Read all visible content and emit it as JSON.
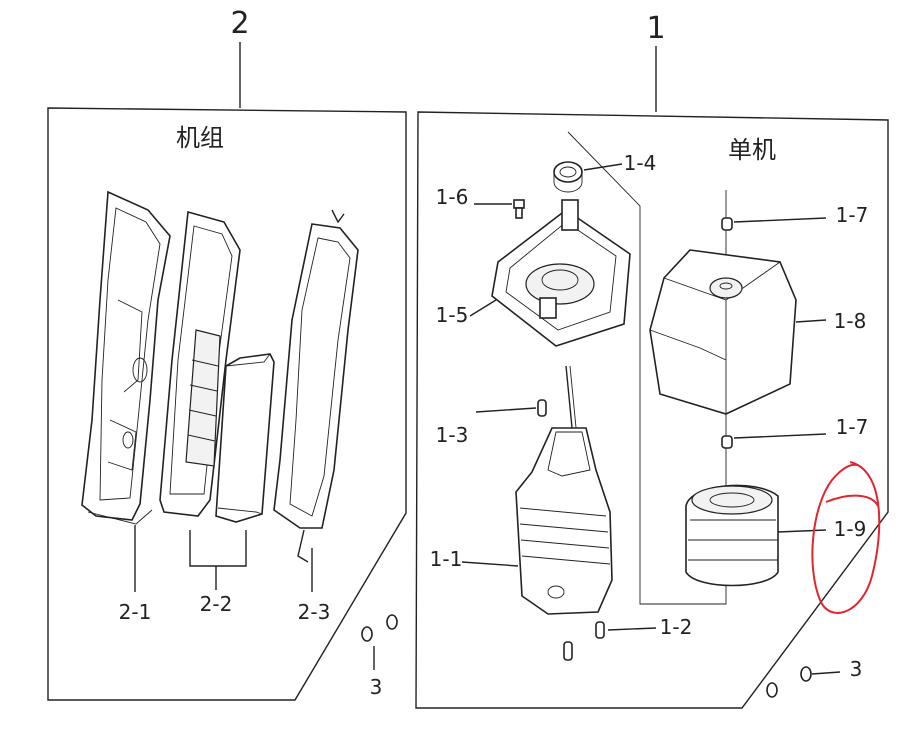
{
  "group_labels": {
    "assembly_number": "2",
    "assembly_title": "机组",
    "single_number": "1",
    "single_title": "单机"
  },
  "parts": {
    "p2_1": "2-1",
    "p2_2": "2-2",
    "p2_3": "2-3",
    "p3_left": "3",
    "p1_1": "1-1",
    "p1_2": "1-2",
    "p1_3": "1-3",
    "p1_4": "1-4",
    "p1_5": "1-5",
    "p1_6": "1-6",
    "p1_7a": "1-7",
    "p1_7b": "1-7",
    "p1_8": "1-8",
    "p1_9": "1-9",
    "p3_right": "3"
  },
  "colors": {
    "line": "#222222",
    "annotation": "#e0262e",
    "background": "#ffffff"
  }
}
